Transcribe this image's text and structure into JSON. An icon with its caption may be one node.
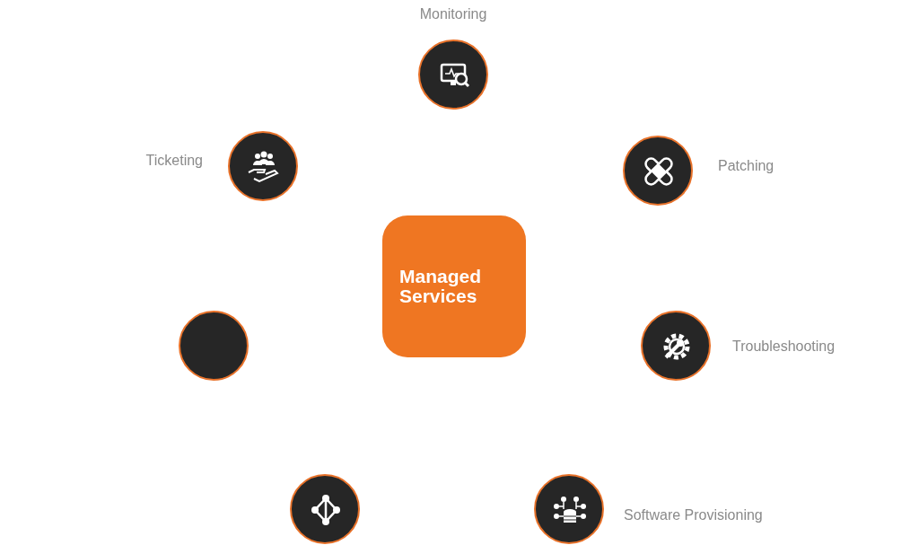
{
  "diagram": {
    "nodes": [
      {
        "text": [
          "Managed Services"
        ]
      },
      {
        "text": [],
        "shape": "circle",
        "beside": [
          "Monitoring"
        ]
      },
      {
        "text": [],
        "shape": "circle",
        "beside": [
          "Patching"
        ]
      },
      {
        "text": [],
        "shape": "circle",
        "beside": [
          "Troubleshooting"
        ]
      },
      {
        "text": [],
        "shape": "circle",
        "beside": [
          "Software Provisioning"
        ]
      },
      {
        "text": [],
        "shape": "circle"
      },
      {
        "text": [],
        "shape": "circle"
      },
      {
        "text": [],
        "shape": "circle",
        "beside": [
          "Ticketing"
        ]
      }
    ]
  }
}
